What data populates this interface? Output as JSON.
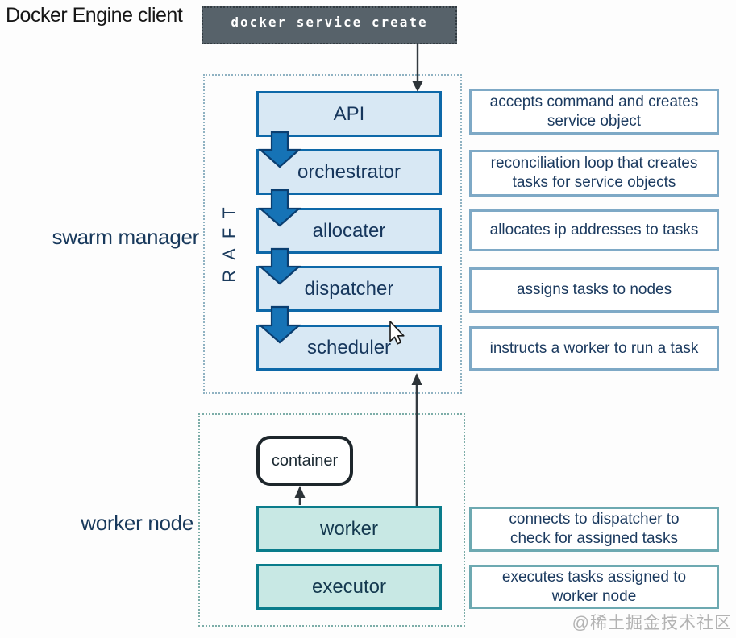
{
  "header": {
    "client_label": "Docker Engine client",
    "command": "docker service create"
  },
  "swarm_manager": {
    "label": "swarm manager",
    "raft": "RAFT",
    "stages": [
      {
        "name": "API",
        "description": "accepts command and creates\nservice object"
      },
      {
        "name": "orchestrator",
        "description": "reconciliation loop that creates\ntasks for service objects"
      },
      {
        "name": "allocater",
        "description": "allocates ip addresses to tasks"
      },
      {
        "name": "dispatcher",
        "description": "assigns tasks to nodes"
      },
      {
        "name": "scheduler",
        "description": "instructs a worker to run a task"
      }
    ]
  },
  "worker_node": {
    "label": "worker node",
    "container_label": "container",
    "components": [
      {
        "name": "worker",
        "description": "connects to dispatcher to\ncheck for assigned tasks"
      },
      {
        "name": "executor",
        "description": "executes tasks assigned to\nworker node"
      }
    ]
  },
  "watermark": "@稀土掘金技术社区",
  "colors": {
    "command_box_bg": "#57626a",
    "stage_fill": "#d8e8f4",
    "stage_border": "#0d68a8",
    "flow_arrow_blue": "#1673b6",
    "flow_arrow_outline": "#0a3e70",
    "worker_fill": "#c8e8e4",
    "worker_border": "#0a7c8b",
    "description_border_blue": "#7ea9c6",
    "description_border_teal": "#6da9b1",
    "black_arrow": "#333a40",
    "text_navy": "#1a3a5c",
    "watermark_gray": "#b3b3b3"
  }
}
